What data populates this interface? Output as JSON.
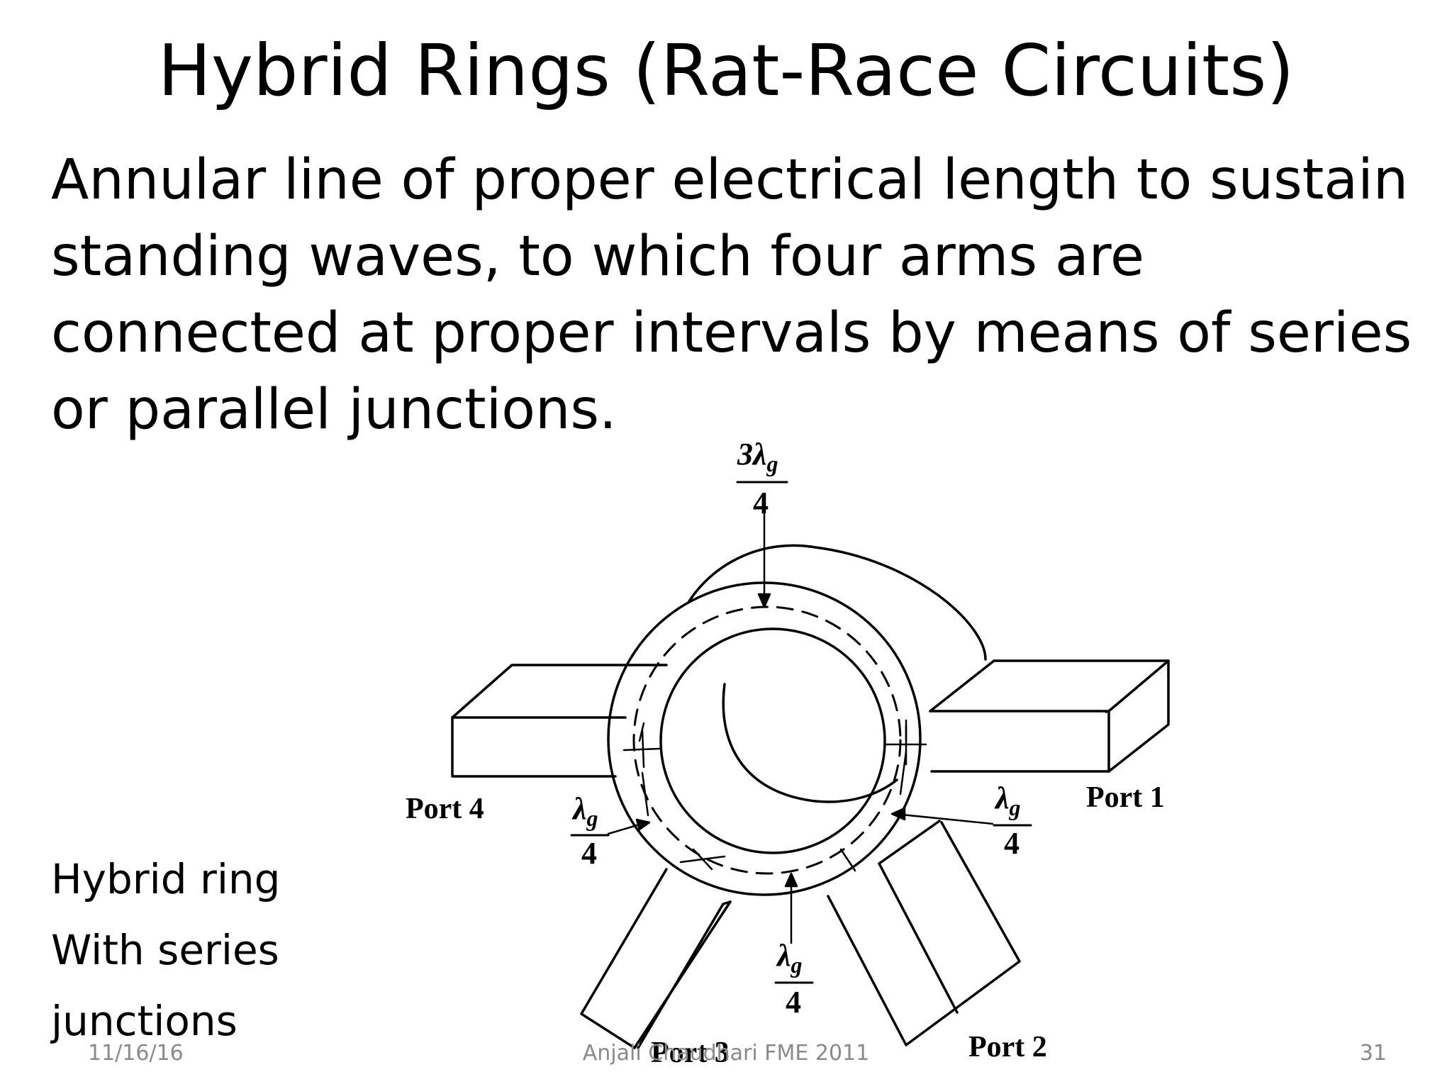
{
  "slide": {
    "title": "Hybrid Rings (Rat-Race Circuits)",
    "body": "Annular line of proper electrical length to sustain standing waves, to which four arms are connected at proper intervals by means of series or parallel junctions.",
    "caption": [
      "Hybrid ring",
      "With series",
      "junctions"
    ]
  },
  "diagram": {
    "ports": {
      "port1": "Port 1",
      "port2": "Port 2",
      "port3": "Port 3",
      "port4": "Port 4"
    },
    "dimensions": {
      "top_num": "3λ",
      "top_sub": "g",
      "top_den": "4",
      "left_num": "λ",
      "left_sub": "g",
      "left_den": "4",
      "right_num": "λ",
      "right_sub": "g",
      "right_den": "4",
      "bottom_num": "λ",
      "bottom_sub": "g",
      "bottom_den": "4"
    }
  },
  "footer": {
    "date": "11/16/16",
    "author": "Anjali Chaudhari FME 2011",
    "page": "31"
  }
}
